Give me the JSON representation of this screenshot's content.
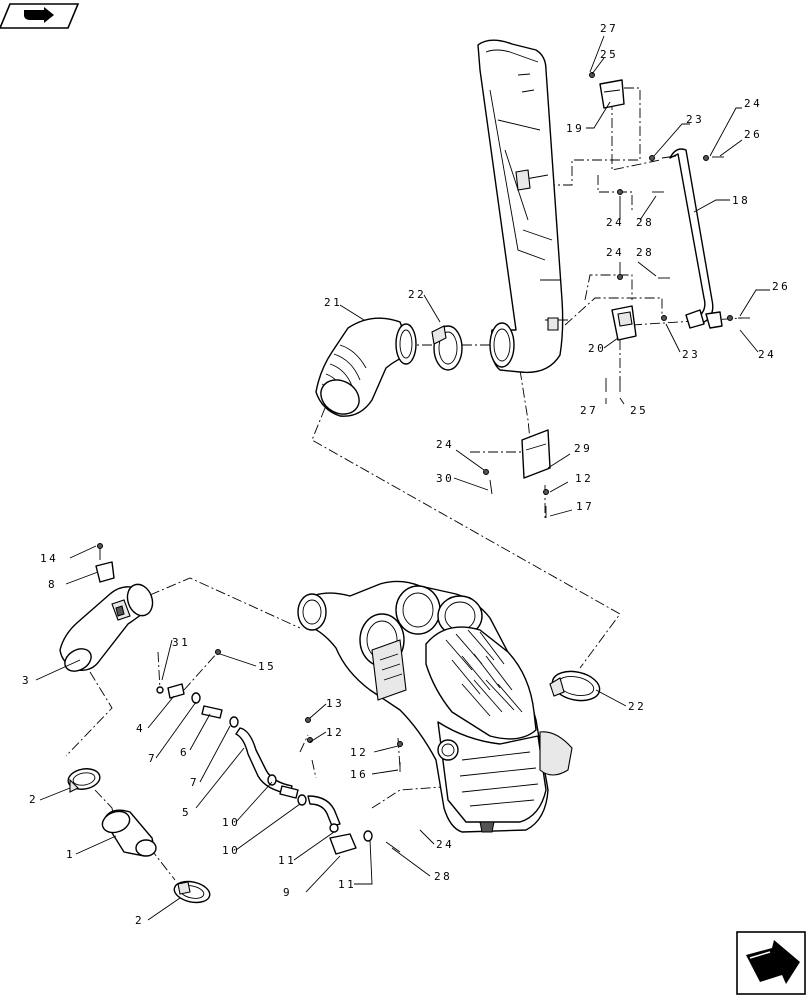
{
  "labels": {
    "l1": "1",
    "l2a": "2",
    "l2b": "2",
    "l3": "3",
    "l4": "4",
    "l5": "5",
    "l6": "6",
    "l7a": "7",
    "l7b": "7",
    "l8": "8",
    "l9": "9",
    "l10a": "10",
    "l10b": "10",
    "l11a": "11",
    "l11b": "11",
    "l12a": "12",
    "l12b": "12",
    "l12c": "12",
    "l13": "13",
    "l14": "14",
    "l15": "15",
    "l16": "16",
    "l17": "17",
    "l18": "18",
    "l19": "19",
    "l20": "20",
    "l21": "21",
    "l22a": "22",
    "l22b": "22",
    "l23a": "23",
    "l23b": "23",
    "l24a": "24",
    "l24b": "24",
    "l24c": "24",
    "l24d": "24",
    "l24e": "24",
    "l24f": "24",
    "l25a": "25",
    "l25b": "25",
    "l26a": "26",
    "l26b": "26",
    "l27a": "27",
    "l27b": "27",
    "l28a": "28",
    "l28b": "28",
    "l28c": "28",
    "l29": "29",
    "l30": "30",
    "l31": "31"
  },
  "icons": {
    "top_left": "book-arrow-icon",
    "bottom_right": "forward-arrow-icon"
  }
}
